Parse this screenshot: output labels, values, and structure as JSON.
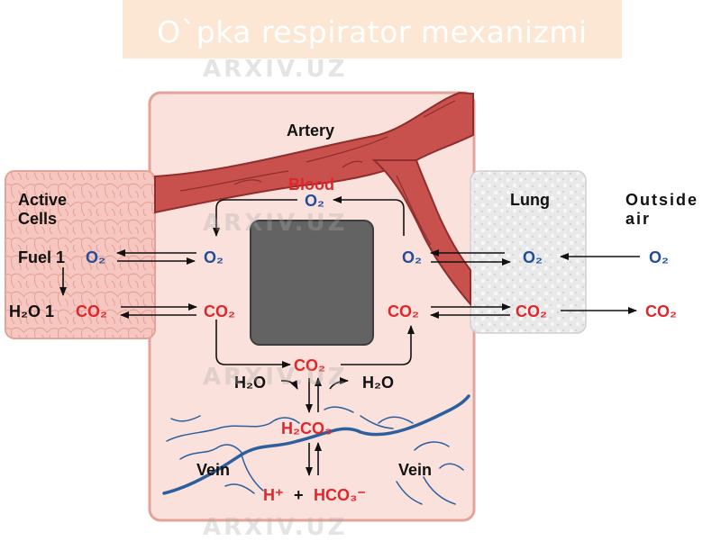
{
  "title": "O`pka respirator mexanizmi",
  "labels": {
    "artery": "Artery",
    "blood": "Blood",
    "active_cells": [
      "Active",
      "Cells"
    ],
    "lung": "Lung",
    "outside_air": [
      "Outside",
      "air"
    ],
    "fuel": "Fuel 1",
    "h2o_1": "H₂O 1",
    "vein_left": "Vein",
    "vein_right": "Vein"
  },
  "molecules": {
    "o2": "O₂",
    "co2": "CO₂",
    "h2o": "H₂O",
    "h2co3": "H₂CO₃",
    "h_plus": "H⁺",
    "plus": "+",
    "hco3": "HCO₃⁻"
  },
  "watermark": "ARXIV.UZ",
  "colors": {
    "o2": "#1f4e9a",
    "co2": "#e0262b",
    "body": "#fbe1dc",
    "body_border": "#e3a39a",
    "artery": "#c8504d",
    "vein": "#2c5f9e",
    "center_box": "#636363",
    "title_bg": "#fbe7d4"
  }
}
